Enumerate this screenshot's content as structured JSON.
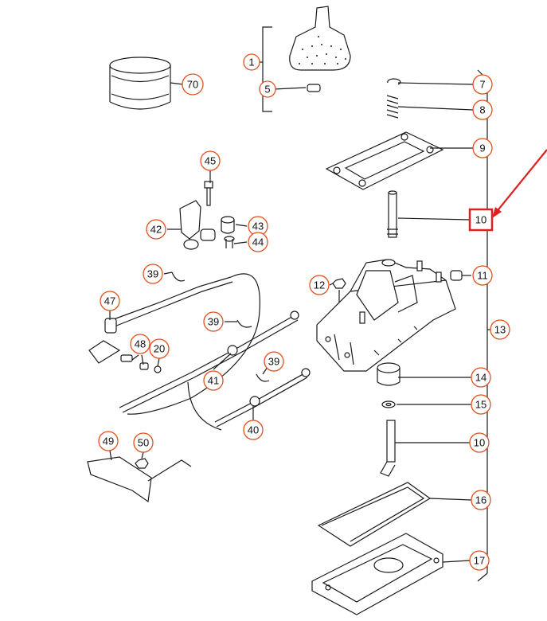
{
  "callouts": [
    {
      "id": "c1",
      "label": "1"
    },
    {
      "id": "c5",
      "label": "5"
    },
    {
      "id": "c70",
      "label": "70"
    },
    {
      "id": "c7",
      "label": "7"
    },
    {
      "id": "c8",
      "label": "8"
    },
    {
      "id": "c9",
      "label": "9"
    },
    {
      "id": "c10a",
      "label": "10"
    },
    {
      "id": "c45",
      "label": "45"
    },
    {
      "id": "c42",
      "label": "42"
    },
    {
      "id": "c43",
      "label": "43"
    },
    {
      "id": "c44",
      "label": "44"
    },
    {
      "id": "c39a",
      "label": "39"
    },
    {
      "id": "c12",
      "label": "12"
    },
    {
      "id": "c11",
      "label": "11"
    },
    {
      "id": "c47",
      "label": "47"
    },
    {
      "id": "c39b",
      "label": "39"
    },
    {
      "id": "c13",
      "label": "13"
    },
    {
      "id": "c48",
      "label": "48"
    },
    {
      "id": "c20",
      "label": "20"
    },
    {
      "id": "c39c",
      "label": "39"
    },
    {
      "id": "c41",
      "label": "41"
    },
    {
      "id": "c14",
      "label": "14"
    },
    {
      "id": "c15",
      "label": "15"
    },
    {
      "id": "c40",
      "label": "40"
    },
    {
      "id": "c10b",
      "label": "10"
    },
    {
      "id": "c49",
      "label": "49"
    },
    {
      "id": "c50",
      "label": "50"
    },
    {
      "id": "c16",
      "label": "16"
    },
    {
      "id": "c17",
      "label": "17"
    }
  ],
  "colors": {
    "callout_ring": "#e0521e",
    "highlight": "#e0201e",
    "ink": "#1a1a1a"
  }
}
